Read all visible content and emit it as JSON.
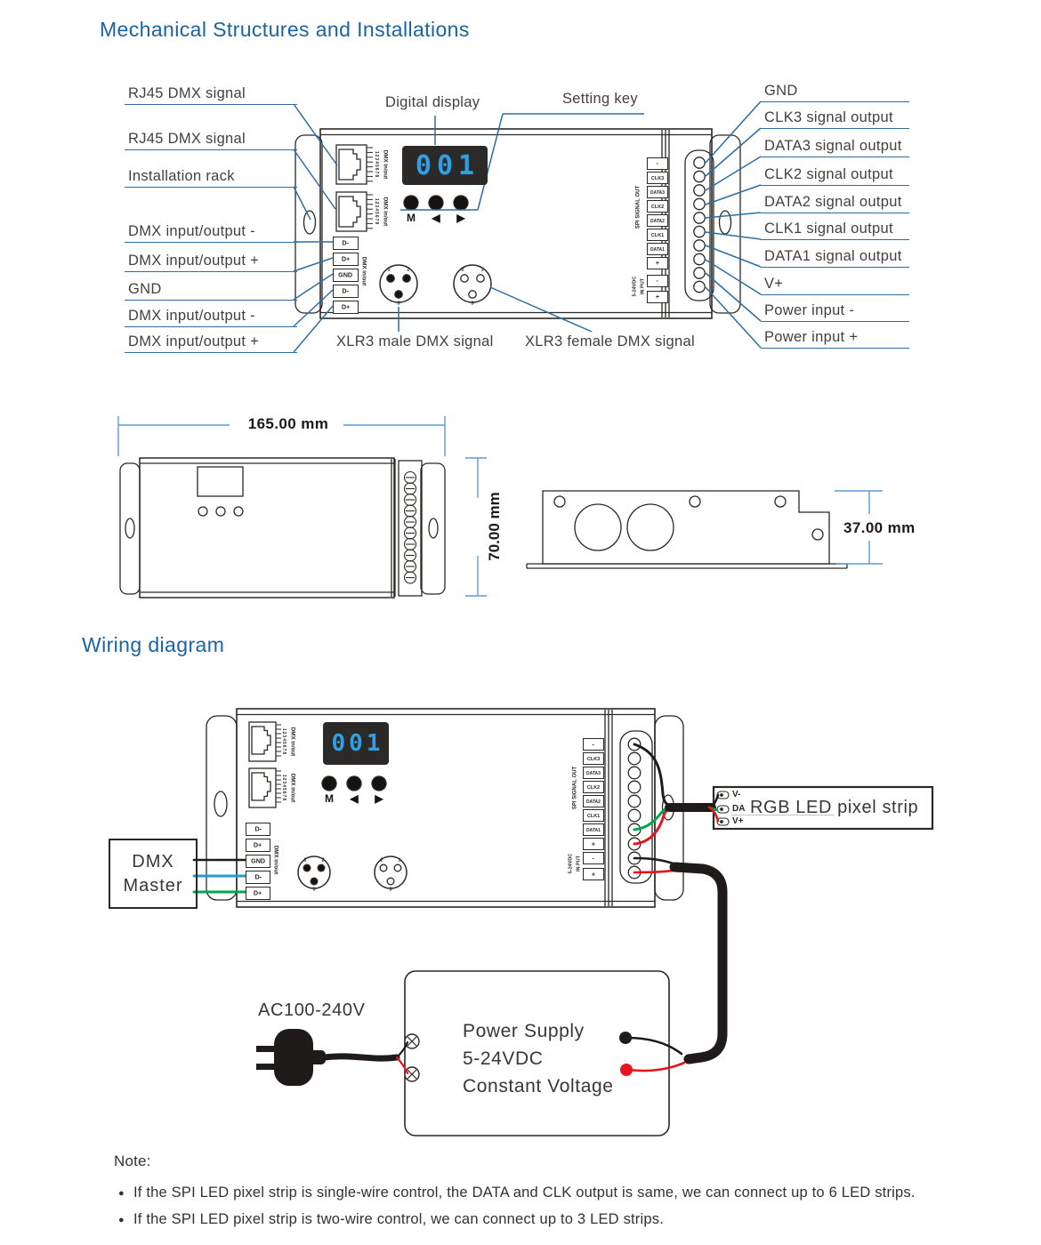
{
  "titles": {
    "section1": "Mechanical Structures and Installations",
    "section2": "Wiring diagram"
  },
  "top_callouts": {
    "left": [
      "RJ45 DMX signal",
      "RJ45 DMX signal",
      "Installation rack",
      "DMX input/output -",
      "DMX input/output +",
      "GND",
      "DMX input/output -",
      "DMX input/output +"
    ],
    "top": [
      "Digital display",
      "Setting key"
    ],
    "right": [
      "GND",
      "CLK3 signal output",
      "DATA3 signal output",
      "CLK2 signal output",
      "DATA2 signal output",
      "CLK1 signal output",
      "DATA1 signal output",
      "V+",
      "Power input -",
      "Power input +"
    ],
    "bottom": [
      "XLR3 male DMX signal",
      "XLR3 female DMX signal"
    ]
  },
  "device": {
    "display_value": "001",
    "rj45_pins": "12345678",
    "rj45_label": "DMX in/out",
    "keys": [
      "M",
      "◀",
      "▶"
    ],
    "dmx_terminals": [
      "D-",
      "D+",
      "GND",
      "D-",
      "D+"
    ],
    "dmx_group_label": "DMX in/out",
    "spi_terminals": [
      "-",
      "CLK3",
      "DATA3",
      "CLK2",
      "DATA2",
      "CLK1",
      "DATA1",
      "+"
    ],
    "spi_group_label": "SPI SIGNAL OUT",
    "input_terminals": [
      "-",
      "+"
    ],
    "input_group_label1": "IN PUT",
    "input_group_label2": "5-24VDC",
    "xlr_male": {
      "pins": [
        "1",
        "2",
        "3"
      ]
    },
    "xlr_female": {
      "pins": [
        "2",
        "1",
        "3"
      ]
    }
  },
  "dimensions": {
    "width": "165.00 mm",
    "height": "70.00 mm",
    "depth": "37.00 mm"
  },
  "wiring": {
    "master_line1": "DMX",
    "master_line2": "Master",
    "strip": {
      "label": "RGB LED pixel strip",
      "terminals": [
        "V-",
        "DA",
        "V+"
      ]
    },
    "ac_label": "AC100-240V",
    "psu": [
      "Power Supply",
      "5-24VDC",
      "Constant Voltage"
    ]
  },
  "note": {
    "title": "Note:",
    "bullet": "●",
    "items": [
      "If the SPI LED pixel strip is single-wire control, the DATA and CLK output is same, we can connect up to 6 LED strips.",
      "If the SPI LED pixel strip is two-wire control, we can connect up to 3 LED strips."
    ]
  },
  "colors": {
    "heading_blue": "#1a64a5",
    "leader_blue": "#2e6da4",
    "dimension_blue": "#5b9bd5",
    "display_digit_blue": "#2f9fe6",
    "wire_black": "#1e1b1a",
    "wire_blue": "#1f9cd8",
    "wire_green": "#00a551",
    "wire_red": "#e8131d"
  }
}
